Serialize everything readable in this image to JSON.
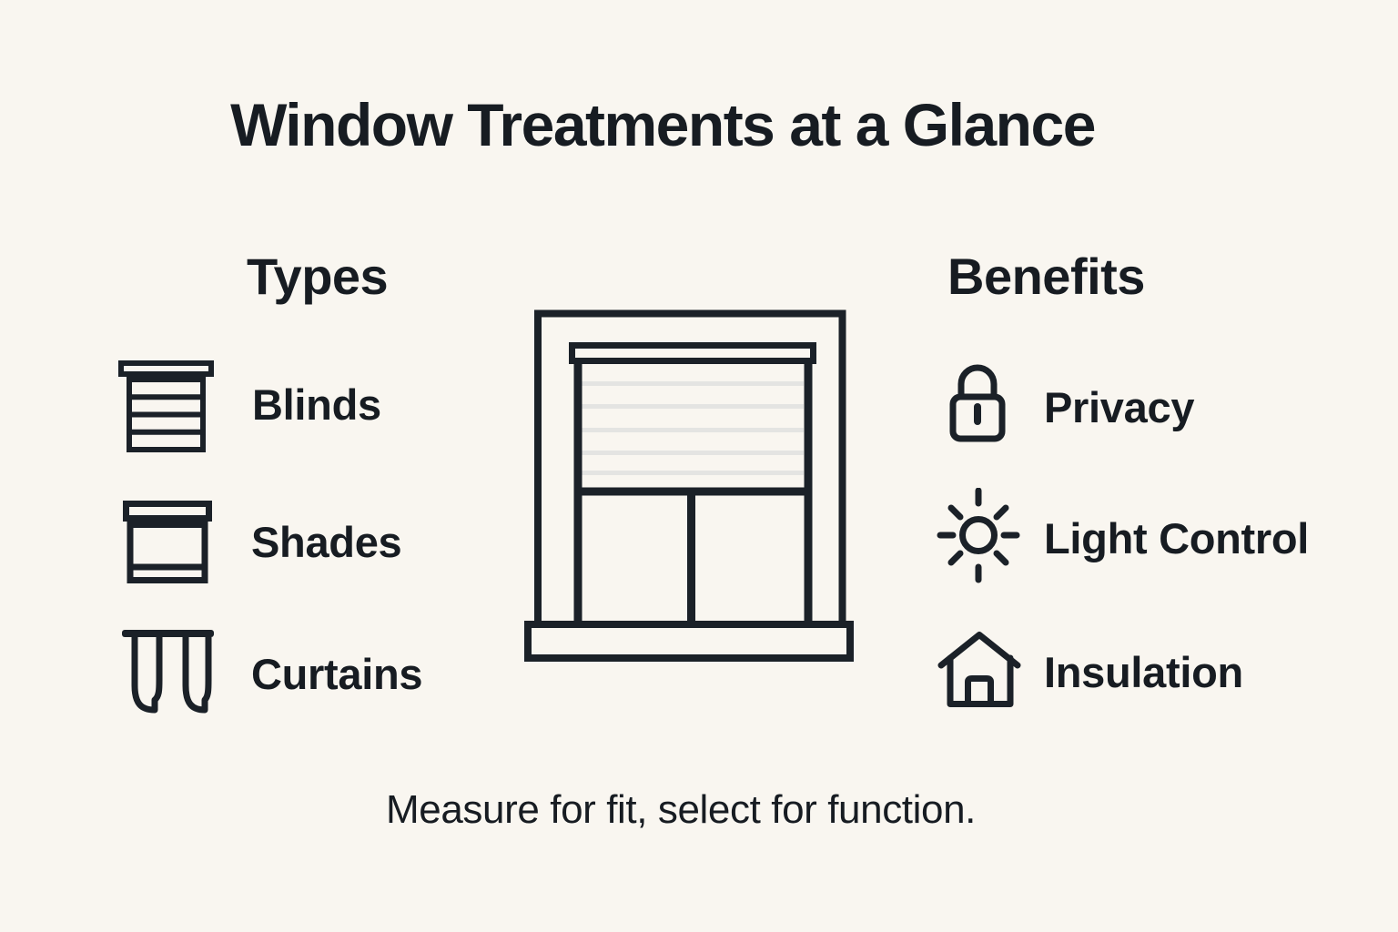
{
  "title": "Window Treatments at a Glance",
  "caption": "Measure for fit, select for function.",
  "colors": {
    "background": "#F9F6F0",
    "ink": "#1B2128",
    "shade_stripe": "#E4E4E2"
  },
  "types": {
    "heading": "Types",
    "items": [
      {
        "label": "Blinds",
        "icon": "blinds-icon"
      },
      {
        "label": "Shades",
        "icon": "shades-icon"
      },
      {
        "label": "Curtains",
        "icon": "curtains-icon"
      }
    ]
  },
  "benefits": {
    "heading": "Benefits",
    "items": [
      {
        "label": "Privacy",
        "icon": "lock-icon"
      },
      {
        "label": "Light Control",
        "icon": "sun-icon"
      },
      {
        "label": "Insulation",
        "icon": "house-icon"
      }
    ]
  },
  "illustration": {
    "name": "window with partially lowered shade"
  }
}
